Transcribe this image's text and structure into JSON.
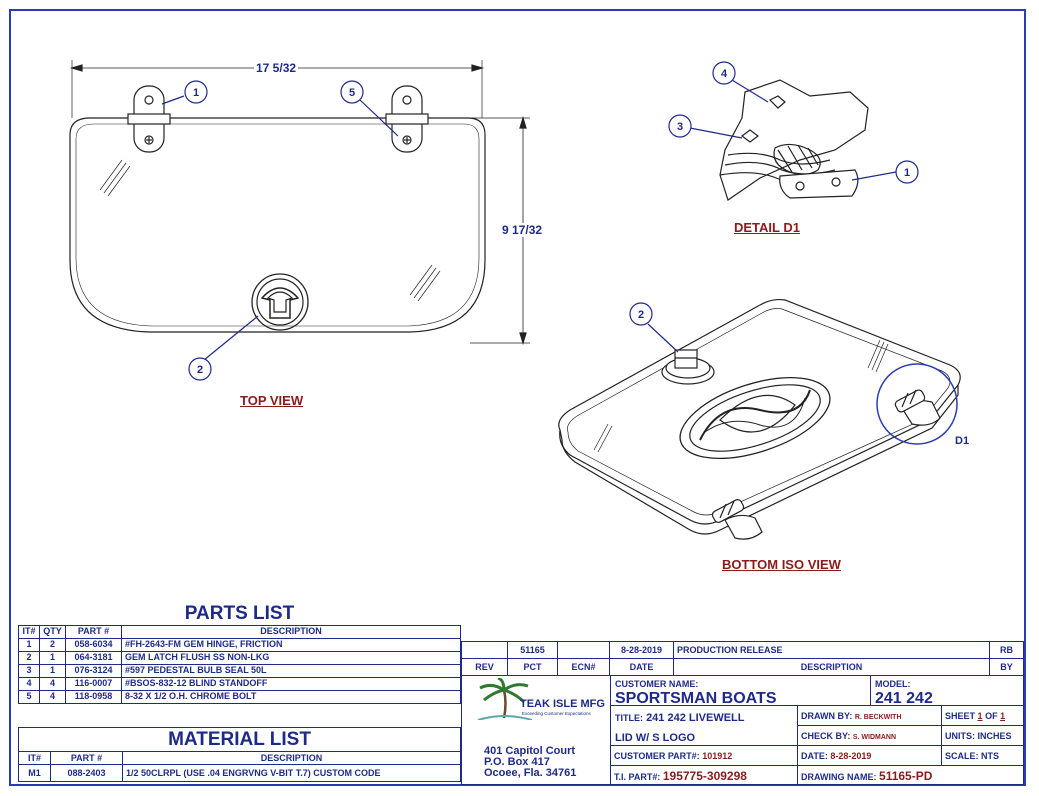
{
  "views": {
    "top_view": "TOP VIEW",
    "detail": "DETAIL  D1",
    "bottom_iso": "BOTTOM ISO VIEW",
    "detail_ref": "D1"
  },
  "dimensions": {
    "width": "17 5/32",
    "height": "9 17/32"
  },
  "balloons": {
    "top": [
      "1",
      "5",
      "2"
    ],
    "detail": [
      "4",
      "3",
      "1"
    ],
    "iso": [
      "2"
    ]
  },
  "parts_list": {
    "title": "PARTS LIST",
    "headers": [
      "IT#",
      "QTY",
      "PART #",
      "DESCRIPTION"
    ],
    "rows": [
      [
        "1",
        "2",
        "058-6034",
        "#FH-2643-FM GEM HINGE, FRICTION"
      ],
      [
        "2",
        "1",
        "064-3181",
        "GEM LATCH FLUSH SS NON-LKG"
      ],
      [
        "3",
        "1",
        "076-3124",
        "#597 PEDESTAL BULB SEAL 50L"
      ],
      [
        "4",
        "4",
        "116-0007",
        "#BSOS-832-12 BLIND STANDOFF"
      ],
      [
        "5",
        "4",
        "118-0958",
        "8-32 X 1/2 O.H. CHROME BOLT"
      ]
    ]
  },
  "material_list": {
    "title": "MATERIAL LIST",
    "headers": [
      "IT#",
      "PART #",
      "DESCRIPTION"
    ],
    "rows": [
      [
        "M1",
        "088-2403",
        "1/2 50CLRPL (USE .04 ENGRVNG V-BIT T.7) CUSTOM CODE"
      ]
    ]
  },
  "revision": {
    "row": {
      "rev": "",
      "pct": "51165",
      "ecn": "",
      "date": "8-28-2019",
      "description": "PRODUCTION RELEASE",
      "by": "RB"
    },
    "headers": [
      "REV",
      "PCT",
      "ECN#",
      "DATE",
      "DESCRIPTION",
      "BY"
    ]
  },
  "title_block": {
    "company": "TEAK ISLE MFG",
    "tagline": "Exceeding Customer Expectations",
    "address": [
      "401 Capitol Court",
      "P.O. Box 417",
      "Ocoee, Fla. 34761"
    ],
    "customer_name_label": "CUSTOMER NAME:",
    "customer_name": "SPORTSMAN BOATS",
    "model_label": "MODEL:",
    "model": "241 242",
    "title_label": "TITLE:",
    "title_line1": "241 242 LIVEWELL",
    "title_line2": "LID W/ S LOGO",
    "customer_part_label": "CUSTOMER PART#:",
    "customer_part": "101912",
    "ti_part_label": "T.I. PART#:",
    "ti_part": "195775-309298",
    "drawn_by_label": "DRAWN BY:",
    "drawn_by": "R. BECKWITH",
    "check_by_label": "CHECK BY:",
    "check_by": "S. WIDMANN",
    "date_label": "DATE:",
    "date": "8-28-2019",
    "drawing_name_label": "DRAWING NAME:",
    "drawing_name": "51165-PD",
    "sheet_label": "SHEET",
    "sheet_num": "1",
    "sheet_of": "OF",
    "sheet_total": "1",
    "units_label": "UNITS:",
    "units": "INCHES",
    "scale_label": "SCALE:",
    "scale": "NTS"
  },
  "colors": {
    "line": "#1e2a8a",
    "label": "#8b1a1a",
    "frame": "#2b3bb5"
  }
}
